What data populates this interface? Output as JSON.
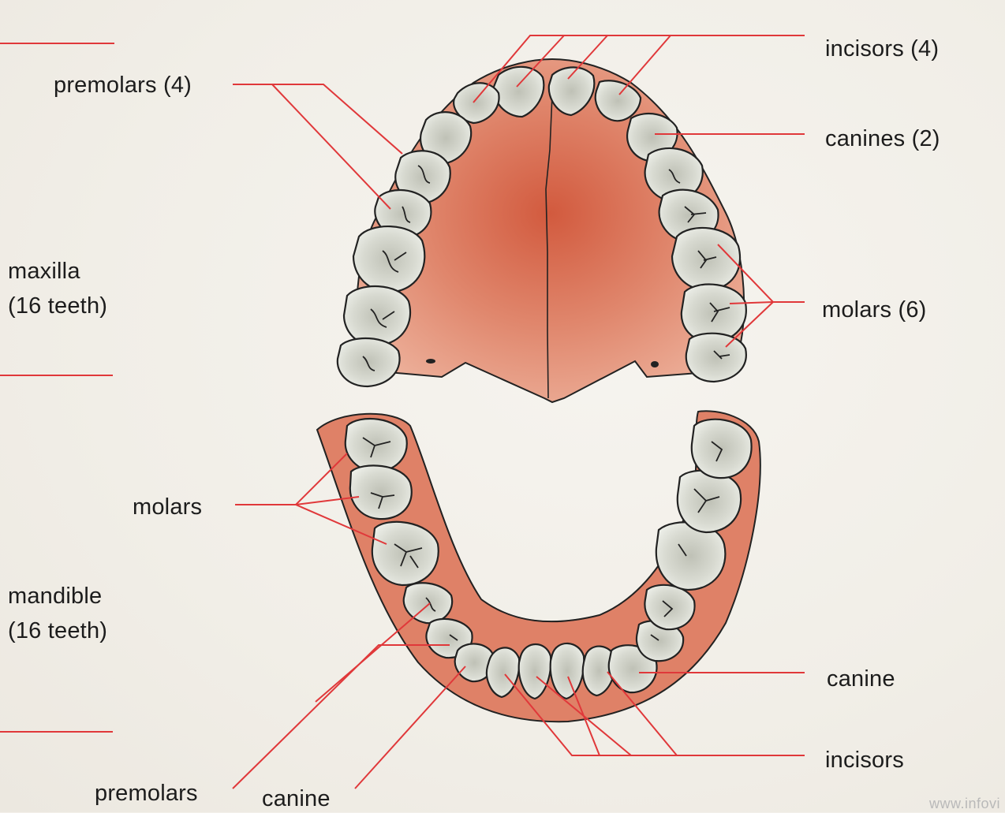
{
  "labels": {
    "incisors_upper": "incisors (4)",
    "canines_upper": "canines (2)",
    "premolars_upper": "premolars (4)",
    "molars_upper": "molars (6)",
    "maxilla_line1": "maxilla",
    "maxilla_line2": "(16 teeth)",
    "molars_lower": "molars",
    "mandible_line1": "mandible",
    "mandible_line2": "(16 teeth)",
    "canine_right": "canine",
    "incisors_lower": "incisors",
    "premolars_lower": "premolars",
    "canine_lower": "canine"
  },
  "watermark": "www.infovi",
  "colors": {
    "leader_line": "#e0383a",
    "gum": "#e0826a",
    "palate_center": "#d0573c",
    "tooth_fill": "#d9dbd2",
    "tooth_outline": "#2a2a2a"
  }
}
